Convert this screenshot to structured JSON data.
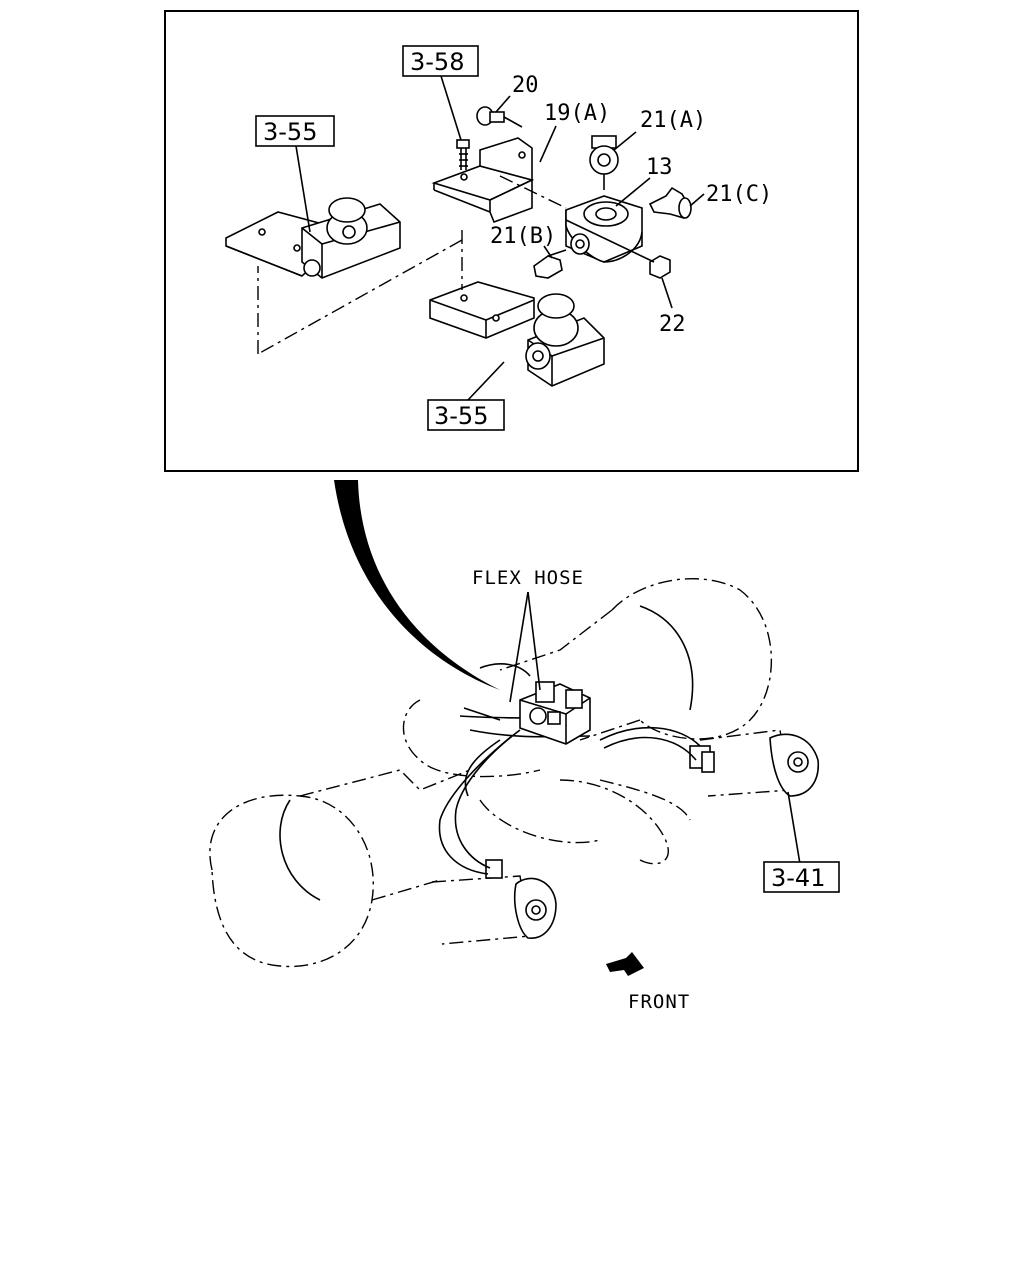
{
  "callouts": {
    "ref_3_58": "3-58",
    "ref_3_55_left": "3-55",
    "ref_3_55_bottom": "3-55",
    "ref_3_41": "3-41",
    "part_20": "20",
    "part_19a": "19(A)",
    "part_21a": "21(A)",
    "part_13": "13",
    "part_21c": "21(C)",
    "part_21b": "21(B)",
    "part_22": "22"
  },
  "captions": {
    "flex_hose": "FLEX HOSE",
    "front": "FRONT"
  }
}
